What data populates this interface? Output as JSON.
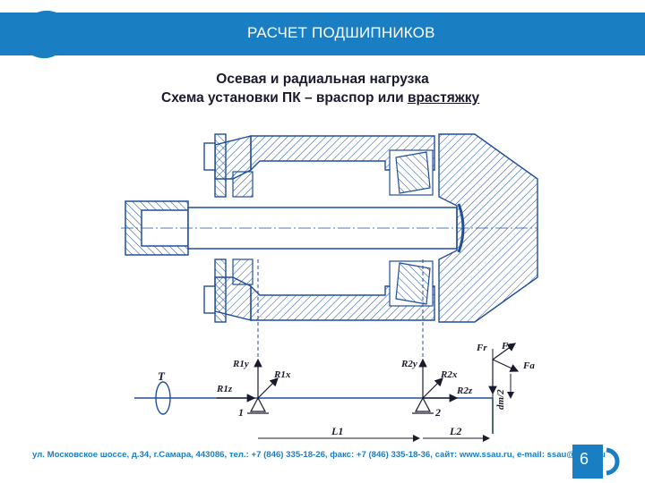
{
  "header": {
    "title": "РАСЧЕТ ПОДШИПНИКОВ"
  },
  "subtitle": {
    "line1": "Осевая и радиальная нагрузка",
    "line2_prefix": "Схема установки ПК – враспор или ",
    "line2_underlined": "врастяжку"
  },
  "scheme_labels": {
    "T": "T",
    "R1y": "R1y",
    "R1x": "R1x",
    "R1z": "R1z",
    "R2y": "R2y",
    "R2x": "R2x",
    "R2z": "R2z",
    "support1": "1",
    "support2": "2",
    "L1": "L1",
    "L2": "L2",
    "Fr": "Fr",
    "Ft": "Ft",
    "Fa": "Fa",
    "dm2": "dm/2"
  },
  "footer": {
    "address": "ул. Московское шоссе, д.34, г.Самара, 443086, тел.: +7 (846) 335-18-26, факс: +7 (846) 335-18-36, сайт: www.ssau.ru, e-mail: ssau@ssau.ru"
  },
  "page": {
    "number": "6"
  },
  "colors": {
    "brand": "#1a7ec3",
    "drawing": "#1f4e9c"
  }
}
